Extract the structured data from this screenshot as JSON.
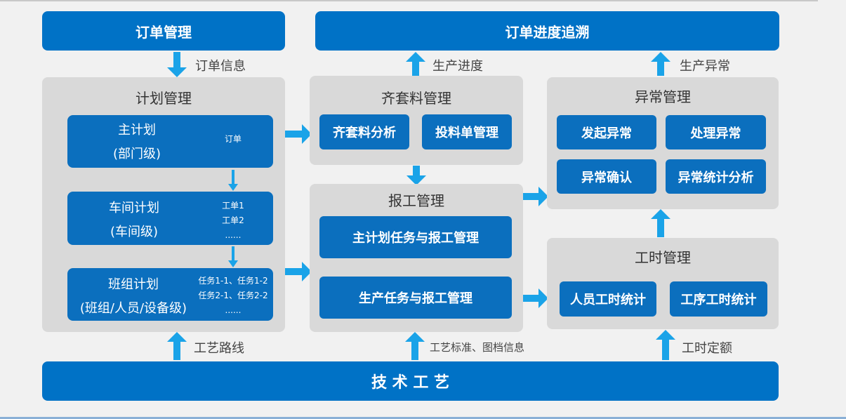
{
  "top": {
    "order_mgmt": "订单管理",
    "progress_trace": "订单进度追溯"
  },
  "labels": {
    "order_info": "订单信息",
    "production_progress": "生产进度",
    "production_exception": "生产异常",
    "process_route": "工艺路线",
    "process_standard": "工艺标准、图档信息",
    "hour_quota": "工时定额"
  },
  "plan": {
    "title": "计划管理",
    "master": {
      "name": "主计划",
      "level": "(部门级)",
      "notes": [
        "订单"
      ]
    },
    "workshop": {
      "name": "车间计划",
      "level": "(车间级)",
      "notes": [
        "工单1",
        "工单2",
        "......"
      ]
    },
    "team": {
      "name": "班组计划",
      "level": "(班组/人员/设备级)",
      "notes": [
        "任务1-1、任务1-2",
        "任务2-1、任务2-2",
        "......"
      ]
    }
  },
  "kitting": {
    "title": "齐套料管理",
    "buttons": [
      "齐套料分析",
      "投料单管理"
    ]
  },
  "report": {
    "title": "报工管理",
    "buttons": [
      "主计划任务与报工管理",
      "生产任务与报工管理"
    ]
  },
  "exception": {
    "title": "异常管理",
    "buttons": [
      "发起异常",
      "处理异常",
      "异常确认",
      "异常统计分析"
    ]
  },
  "hours": {
    "title": "工时管理",
    "buttons": [
      "人员工时统计",
      "工序工时统计"
    ]
  },
  "bottom": {
    "tech": "技 术 工 艺"
  },
  "colors": {
    "primary": "#0072c6",
    "button": "#0b6fbe",
    "arrow": "#1aa3e8",
    "panel": "#d9d9d9",
    "background": "#f1f1f1"
  }
}
